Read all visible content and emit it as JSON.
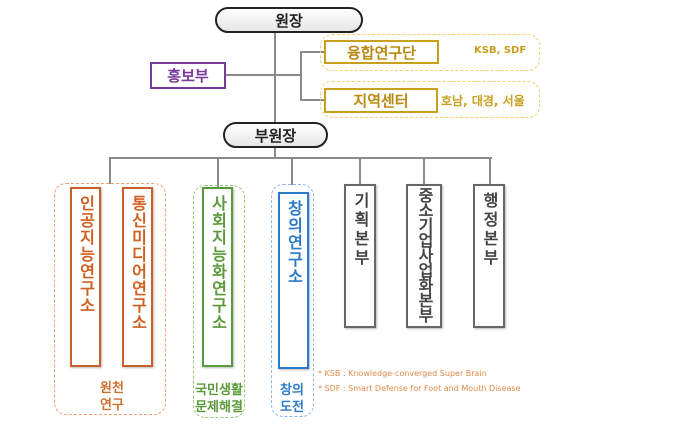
{
  "top": {
    "director": "원장",
    "vice_director": "부원장",
    "pr": "홍보부"
  },
  "side_units": [
    {
      "label": "융합연구단",
      "note": "KSB, SDF"
    },
    {
      "label": "지역센터",
      "note": "호남, 대경, 서울"
    }
  ],
  "divisions": [
    {
      "label": "인공지능연구소"
    },
    {
      "label": "통신미디어연구소"
    },
    {
      "label": "사회지능화연구소"
    },
    {
      "label": "창의연구소"
    },
    {
      "label": "기획본부"
    },
    {
      "label": "중소기업사업화본부"
    },
    {
      "label": "행정본부"
    }
  ],
  "groups": {
    "basic": "원천\n연구",
    "social": "국민생활\n문제해결",
    "creative": "창의\n도전"
  },
  "footnotes": [
    "* KSB : Knowledge-converged Super Brain",
    "* SDF : Smart Defense for Foot and Mouth Disease"
  ],
  "colors": {
    "orange": "#c8602a",
    "green": "#5a9a3a",
    "blue": "#2a7ac8",
    "gold": "#c8a020",
    "purple": "#7a3a9a",
    "gray": "#555555"
  }
}
